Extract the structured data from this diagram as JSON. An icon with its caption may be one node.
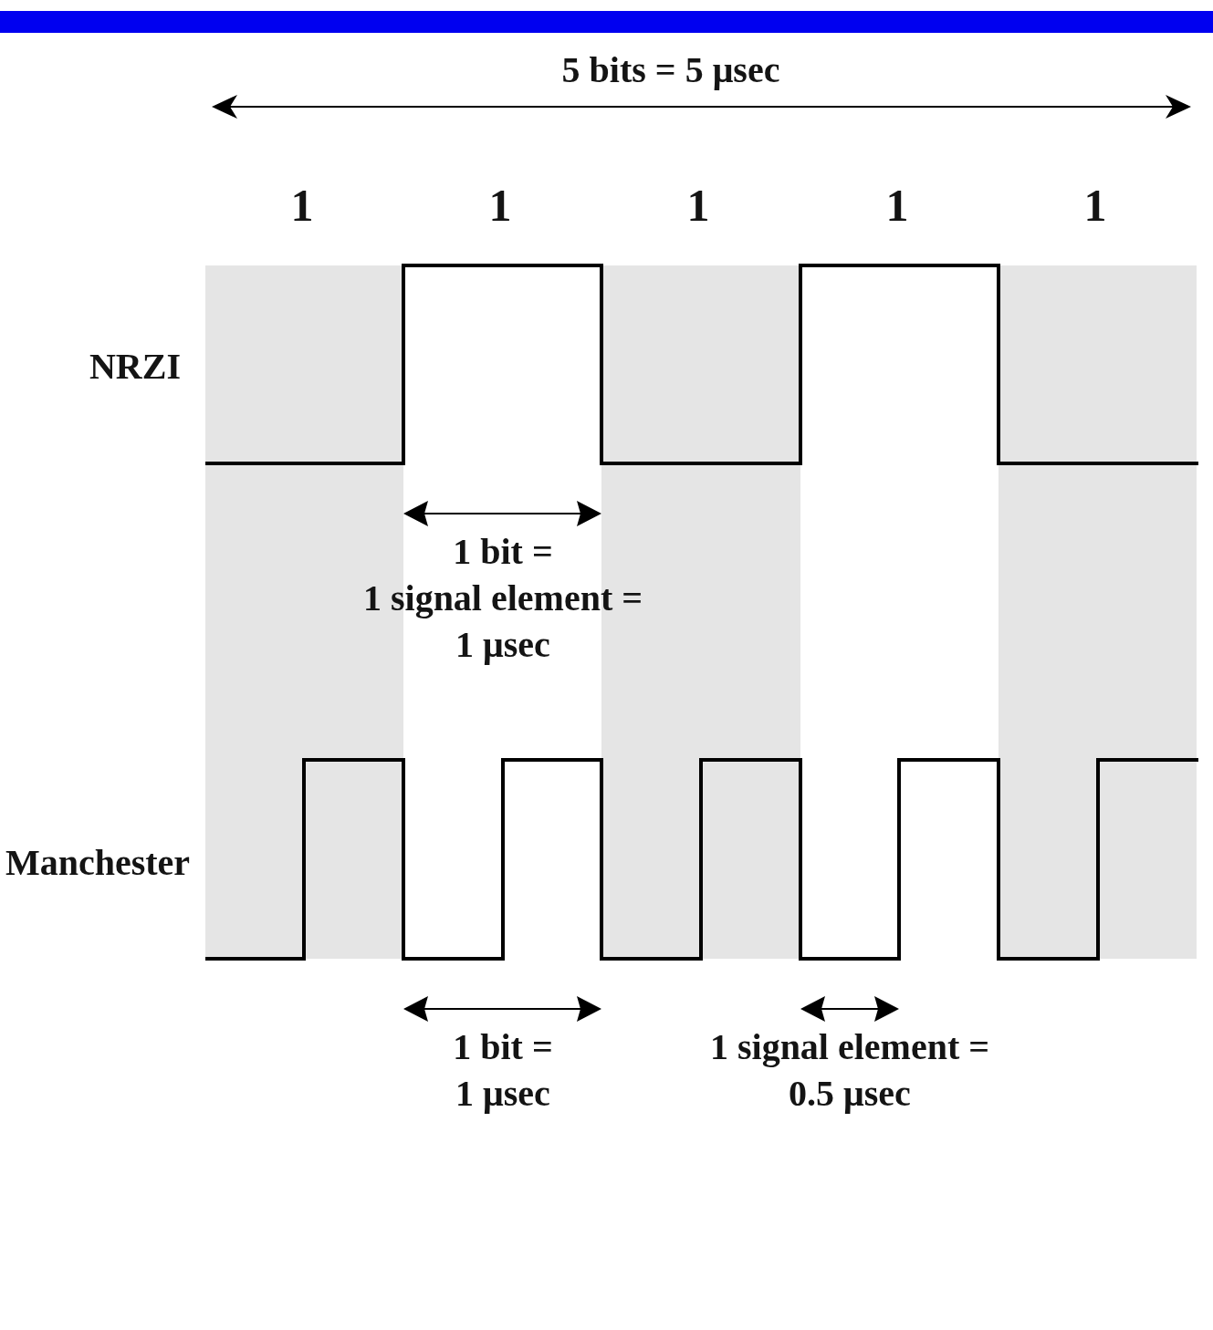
{
  "diagram": {
    "labels": [
      "5 bits = 5 μsec",
      "1",
      "1",
      "1",
      "1",
      "1",
      "NRZI",
      "1 bit = 1 signal element = 1 μsec",
      "Manchester",
      "1 bit = 1 μsec",
      "1 signal element = 0.5 μsec"
    ]
  }
}
